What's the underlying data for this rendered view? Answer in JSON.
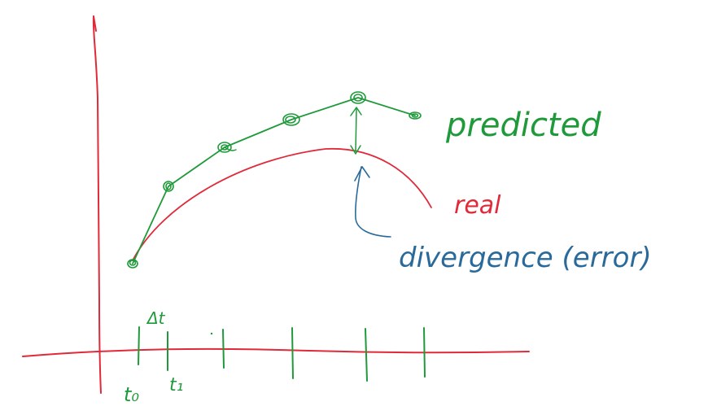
{
  "labels": {
    "predicted": "predicted",
    "real": "real",
    "divergence": "divergence (error)",
    "delta_t": "Δt",
    "t0": "t₀",
    "t1": "t₁"
  },
  "colors": {
    "axes": "#e02a3a",
    "predicted": "#1f9a3a",
    "real": "#e02a3a",
    "divergence": "#2a6a9a"
  }
}
